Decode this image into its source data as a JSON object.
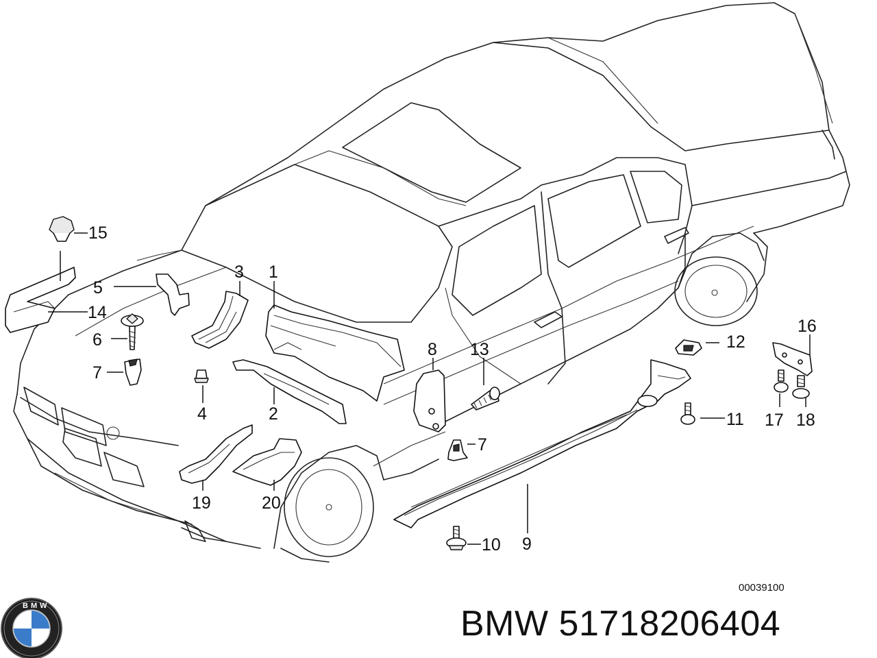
{
  "callouts": [
    {
      "id": "c15",
      "text": "15"
    },
    {
      "id": "c5",
      "text": "5"
    },
    {
      "id": "c14",
      "text": "14"
    },
    {
      "id": "c6",
      "text": "6"
    },
    {
      "id": "c7a",
      "text": "7"
    },
    {
      "id": "c3",
      "text": "3"
    },
    {
      "id": "c1",
      "text": "1"
    },
    {
      "id": "c4",
      "text": "4"
    },
    {
      "id": "c2",
      "text": "2"
    },
    {
      "id": "c19",
      "text": "19"
    },
    {
      "id": "c20",
      "text": "20"
    },
    {
      "id": "c8",
      "text": "8"
    },
    {
      "id": "c13",
      "text": "13"
    },
    {
      "id": "c7b",
      "text": "7"
    },
    {
      "id": "c12",
      "text": "12"
    },
    {
      "id": "c16",
      "text": "16"
    },
    {
      "id": "c11",
      "text": "11"
    },
    {
      "id": "c17",
      "text": "17"
    },
    {
      "id": "c18",
      "text": "18"
    },
    {
      "id": "c9",
      "text": "9"
    },
    {
      "id": "c10",
      "text": "10"
    }
  ],
  "diagram_code": "00039100",
  "logo_text": "BMW",
  "brand": "BMW",
  "part_number": "51718206404"
}
